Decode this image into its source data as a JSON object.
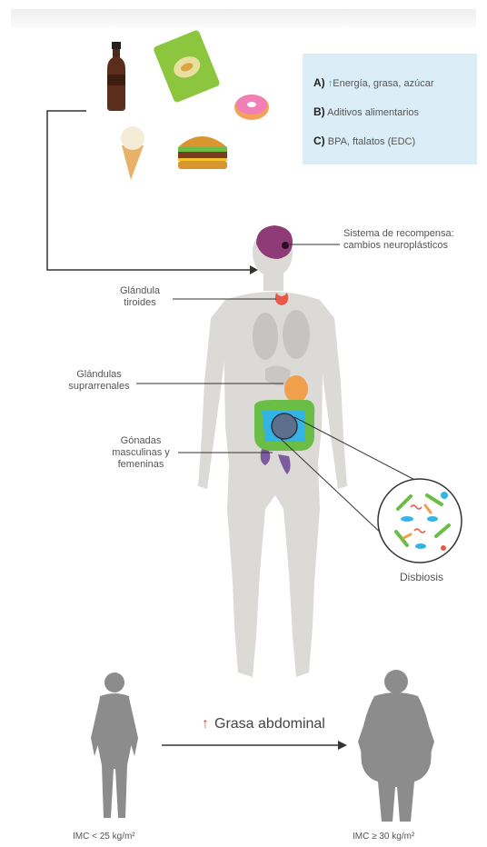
{
  "legend": {
    "a_letter": "A)",
    "a_text": "Energía, grasa, azúcar",
    "b_letter": "B)",
    "b_text": "Aditivos alimentarios",
    "c_letter": "C)",
    "c_text": "BPA, ftalatos (EDC)"
  },
  "labels": {
    "reward": "Sistema de recompensa: cambios neuroplásticos",
    "thyroid": "Glándula tiroides",
    "adrenal": "Glándulas suprarrenales",
    "gonads": "Gónadas masculinas y femeninas",
    "dysbiosis": "Disbiosis"
  },
  "bottom": {
    "fat_label": "Grasa abdominal",
    "imc_left": "IMC < 25 kg/m²",
    "imc_right": "IMC ≥ 30 kg/m²"
  },
  "colors": {
    "body": "#dcdad7",
    "brain": "#8e3b77",
    "thyroid": "#e9594a",
    "intestine": "#6abd45",
    "gonads": "#7e5a9e",
    "legend_bg": "#dbeef8",
    "up_arrow": "#e4473b"
  },
  "icons": [
    "bottle-icon",
    "chips-bag-icon",
    "donut-icon",
    "ice-cream-icon",
    "burger-icon",
    "up-arrow-icon",
    "right-arrow-icon"
  ]
}
